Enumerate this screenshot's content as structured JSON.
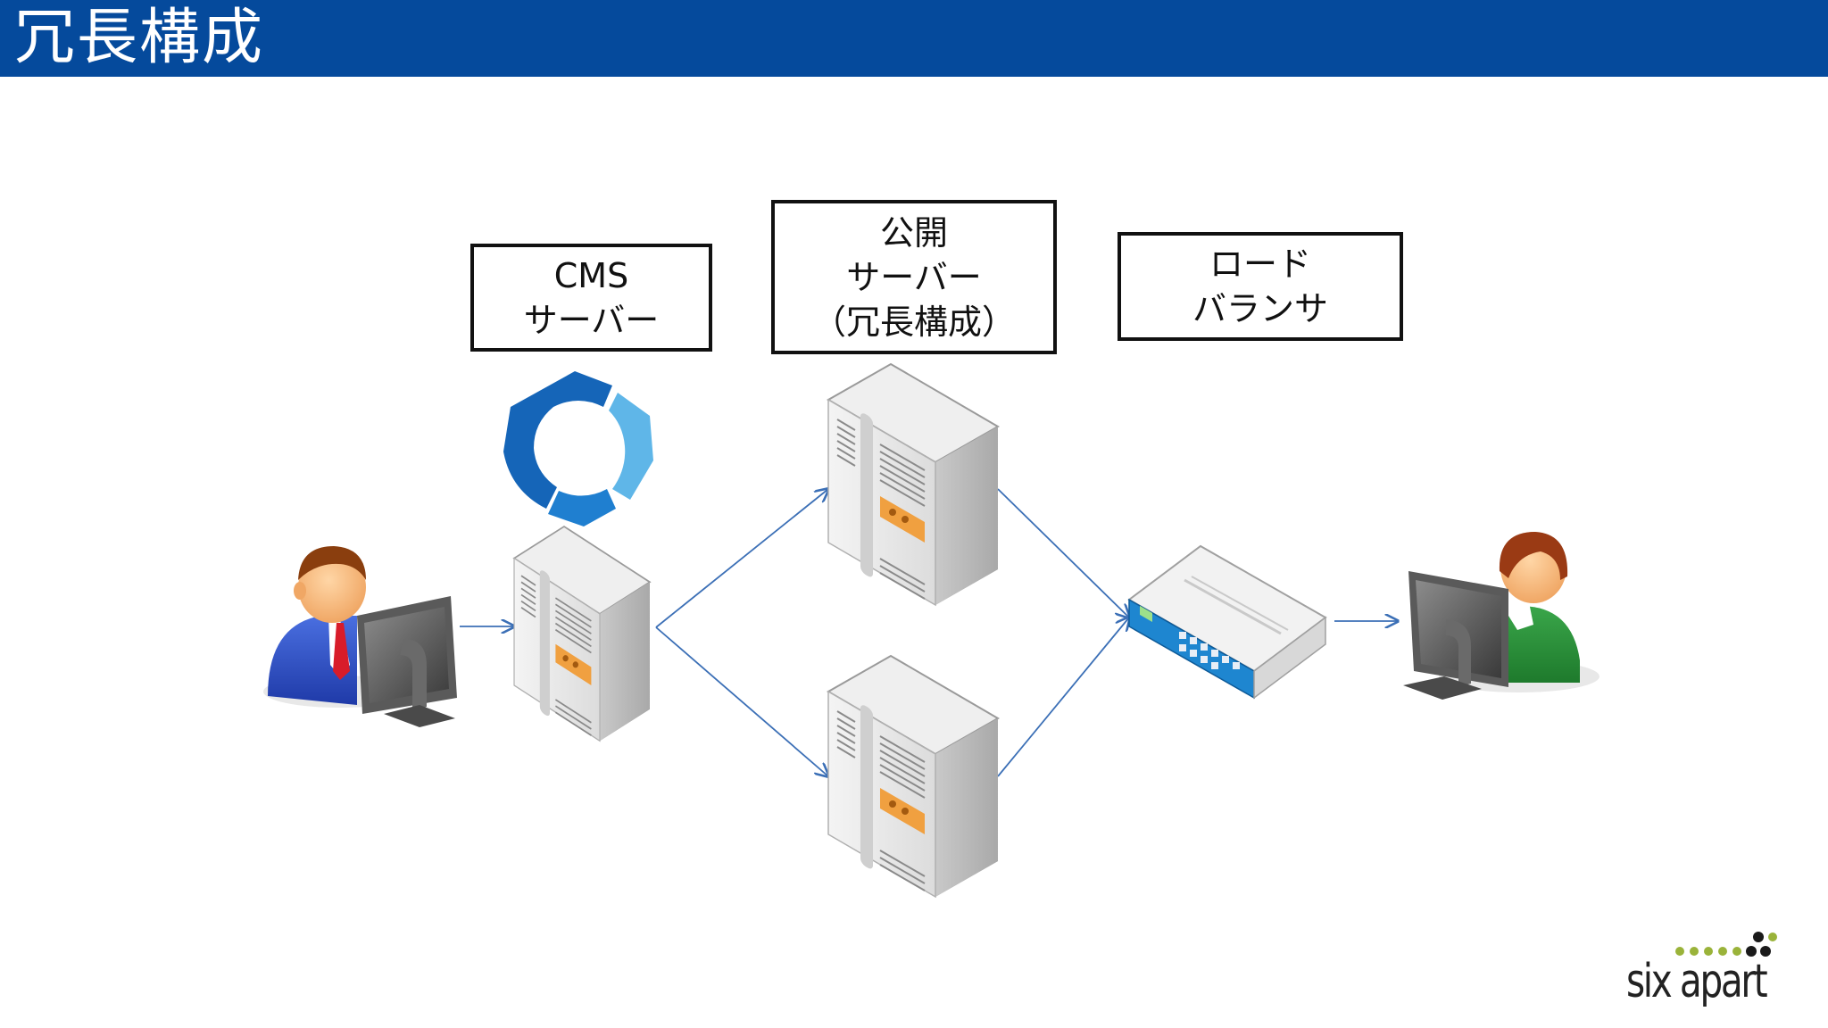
{
  "slide": {
    "title": "冗長構成"
  },
  "labels": {
    "cms": {
      "line1": "CMS",
      "line2": "サーバー"
    },
    "public": {
      "line1": "公開",
      "line2": "サーバー",
      "line3": "（冗長構成）"
    },
    "load_balancer": {
      "line1": "ロード",
      "line2": "バランサ"
    }
  },
  "logo": {
    "text": "six apart"
  },
  "colors": {
    "title_bar": "#054a9c",
    "arrow": "#3b6fb6",
    "cms_logo_dark": "#1565b8",
    "cms_logo_light": "#5fb6e8",
    "server_accent": "#f0a040",
    "router_blue": "#1e86d0",
    "logo_dots_green": "#9ab33a"
  },
  "icons": [
    "user-blue-icon",
    "cms-logo-icon",
    "server-icon",
    "load-balancer-icon",
    "user-green-icon"
  ]
}
